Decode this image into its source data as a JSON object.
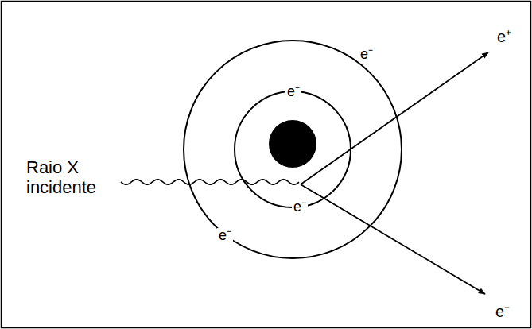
{
  "diagram": {
    "labels": [
      "Raio X incidente",
      "e⁻",
      "e⁻",
      "e⁻",
      "e⁻",
      "e⁺",
      "e⁻"
    ]
  }
}
